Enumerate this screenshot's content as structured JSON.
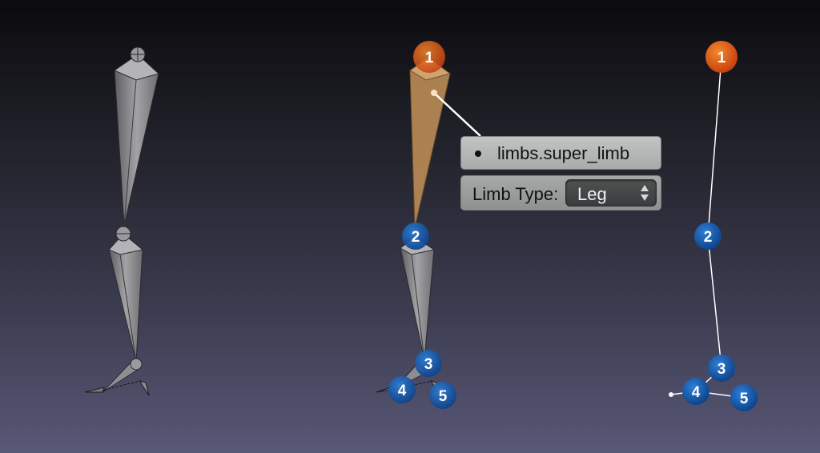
{
  "properties": {
    "bone_name": "limbs.super_limb",
    "limb_type_label": "Limb Type:",
    "limb_type_value": "Leg"
  },
  "markers": {
    "m1": "1",
    "m2": "2",
    "m3": "3",
    "m4": "4",
    "m5": "5"
  },
  "colors": {
    "root_marker": "#e85a1a",
    "joint_marker": "#1565c0",
    "selected_bone": "#b88a55",
    "bone": "#8a8a8c"
  },
  "icons": {
    "select_arrows": "up-down-arrows-icon"
  }
}
